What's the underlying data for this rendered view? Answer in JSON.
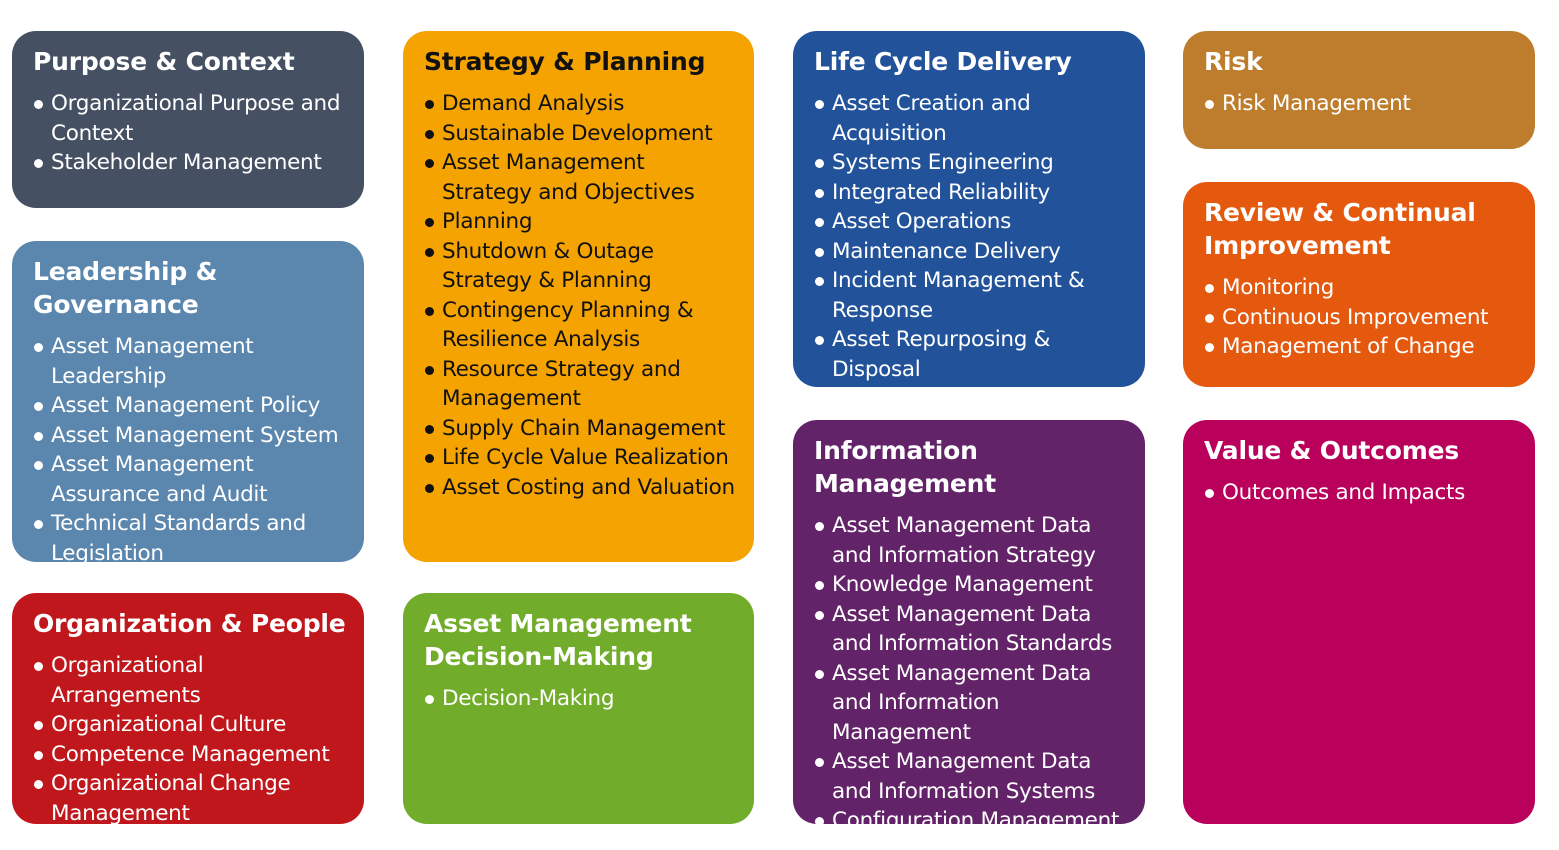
{
  "groups": [
    {
      "id": "purpose-context",
      "title": "Purpose & Context",
      "color": "#465063",
      "items": [
        "Organizational Purpose and Context",
        "Stakeholder Management"
      ]
    },
    {
      "id": "leadership-governance",
      "title": "Leadership & Governance",
      "color": "#5b86ad",
      "items": [
        "Asset Management Leadership",
        "Asset Management Policy",
        "Asset Management System",
        "Asset Management Assurance and Audit",
        "Technical Standards and Legislation"
      ]
    },
    {
      "id": "organization-people",
      "title": "Organization & People",
      "color": "#c0171c",
      "items": [
        "Organizational Arrangements",
        "Organizational Culture",
        "Competence Management",
        "Organizational Change Management"
      ]
    },
    {
      "id": "strategy-planning",
      "title": "Strategy & Planning",
      "color": "#f4a300",
      "items": [
        "Demand Analysis",
        "Sustainable Development",
        "Asset Management Strategy and Objectives",
        "Planning",
        "Shutdown & Outage Strategy & Planning",
        "Contingency Planning & Resilience Analysis",
        "Resource Strategy and Management",
        "Supply Chain Management",
        "Life Cycle Value Realization",
        "Asset Costing and Valuation"
      ]
    },
    {
      "id": "decision-making",
      "title": "Asset Management Decision-Making",
      "color": "#71ac2a",
      "items": [
        "Decision-Making"
      ]
    },
    {
      "id": "life-cycle-delivery",
      "title": "Life Cycle Delivery",
      "color": "#22529a",
      "items": [
        "Asset Creation and Acquisition",
        "Systems Engineering",
        "Integrated Reliability",
        "Asset Operations",
        "Maintenance Delivery",
        "Incident Management & Response",
        "Asset Repurposing & Disposal"
      ]
    },
    {
      "id": "information-management",
      "title": "Information Management",
      "color": "#632369",
      "items": [
        "Asset Management Data and Information Strategy",
        "Knowledge Management",
        "Asset Management Data and Information Standards",
        "Asset Management Data and Information Management",
        "Asset Management Data and Information Systems",
        "Configuration Management"
      ]
    },
    {
      "id": "risk",
      "title": "Risk",
      "color": "#bd7d2d",
      "items": [
        "Risk Management"
      ]
    },
    {
      "id": "review-improvement",
      "title": "Review & Continual Improvement",
      "color": "#e5590f",
      "items": [
        "Monitoring",
        "Continuous Improvement",
        "Management of Change"
      ]
    },
    {
      "id": "value-outcomes",
      "title": "Value & Outcomes",
      "color": "#b9005a",
      "items": [
        "Outcomes and Impacts"
      ]
    }
  ]
}
